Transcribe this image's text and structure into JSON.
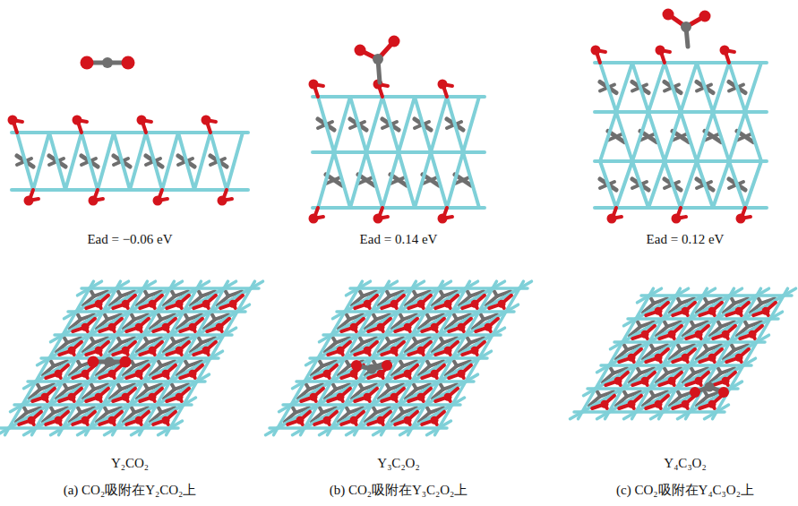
{
  "diagram": {
    "labels": [
      "Ead = −0.06 eV",
      "Ead = 0.14 eV",
      "Ead = 0.12 eV",
      "Y₂CO₂",
      "Y₃C₂O₂",
      "Y₄C₃O₂",
      "(a) CO₂吸附在Y₂CO₂上",
      "(b) CO₂吸附在Y₃C₂O₂上",
      "(c) CO₂吸附在Y₄C₃O₂上"
    ]
  }
}
